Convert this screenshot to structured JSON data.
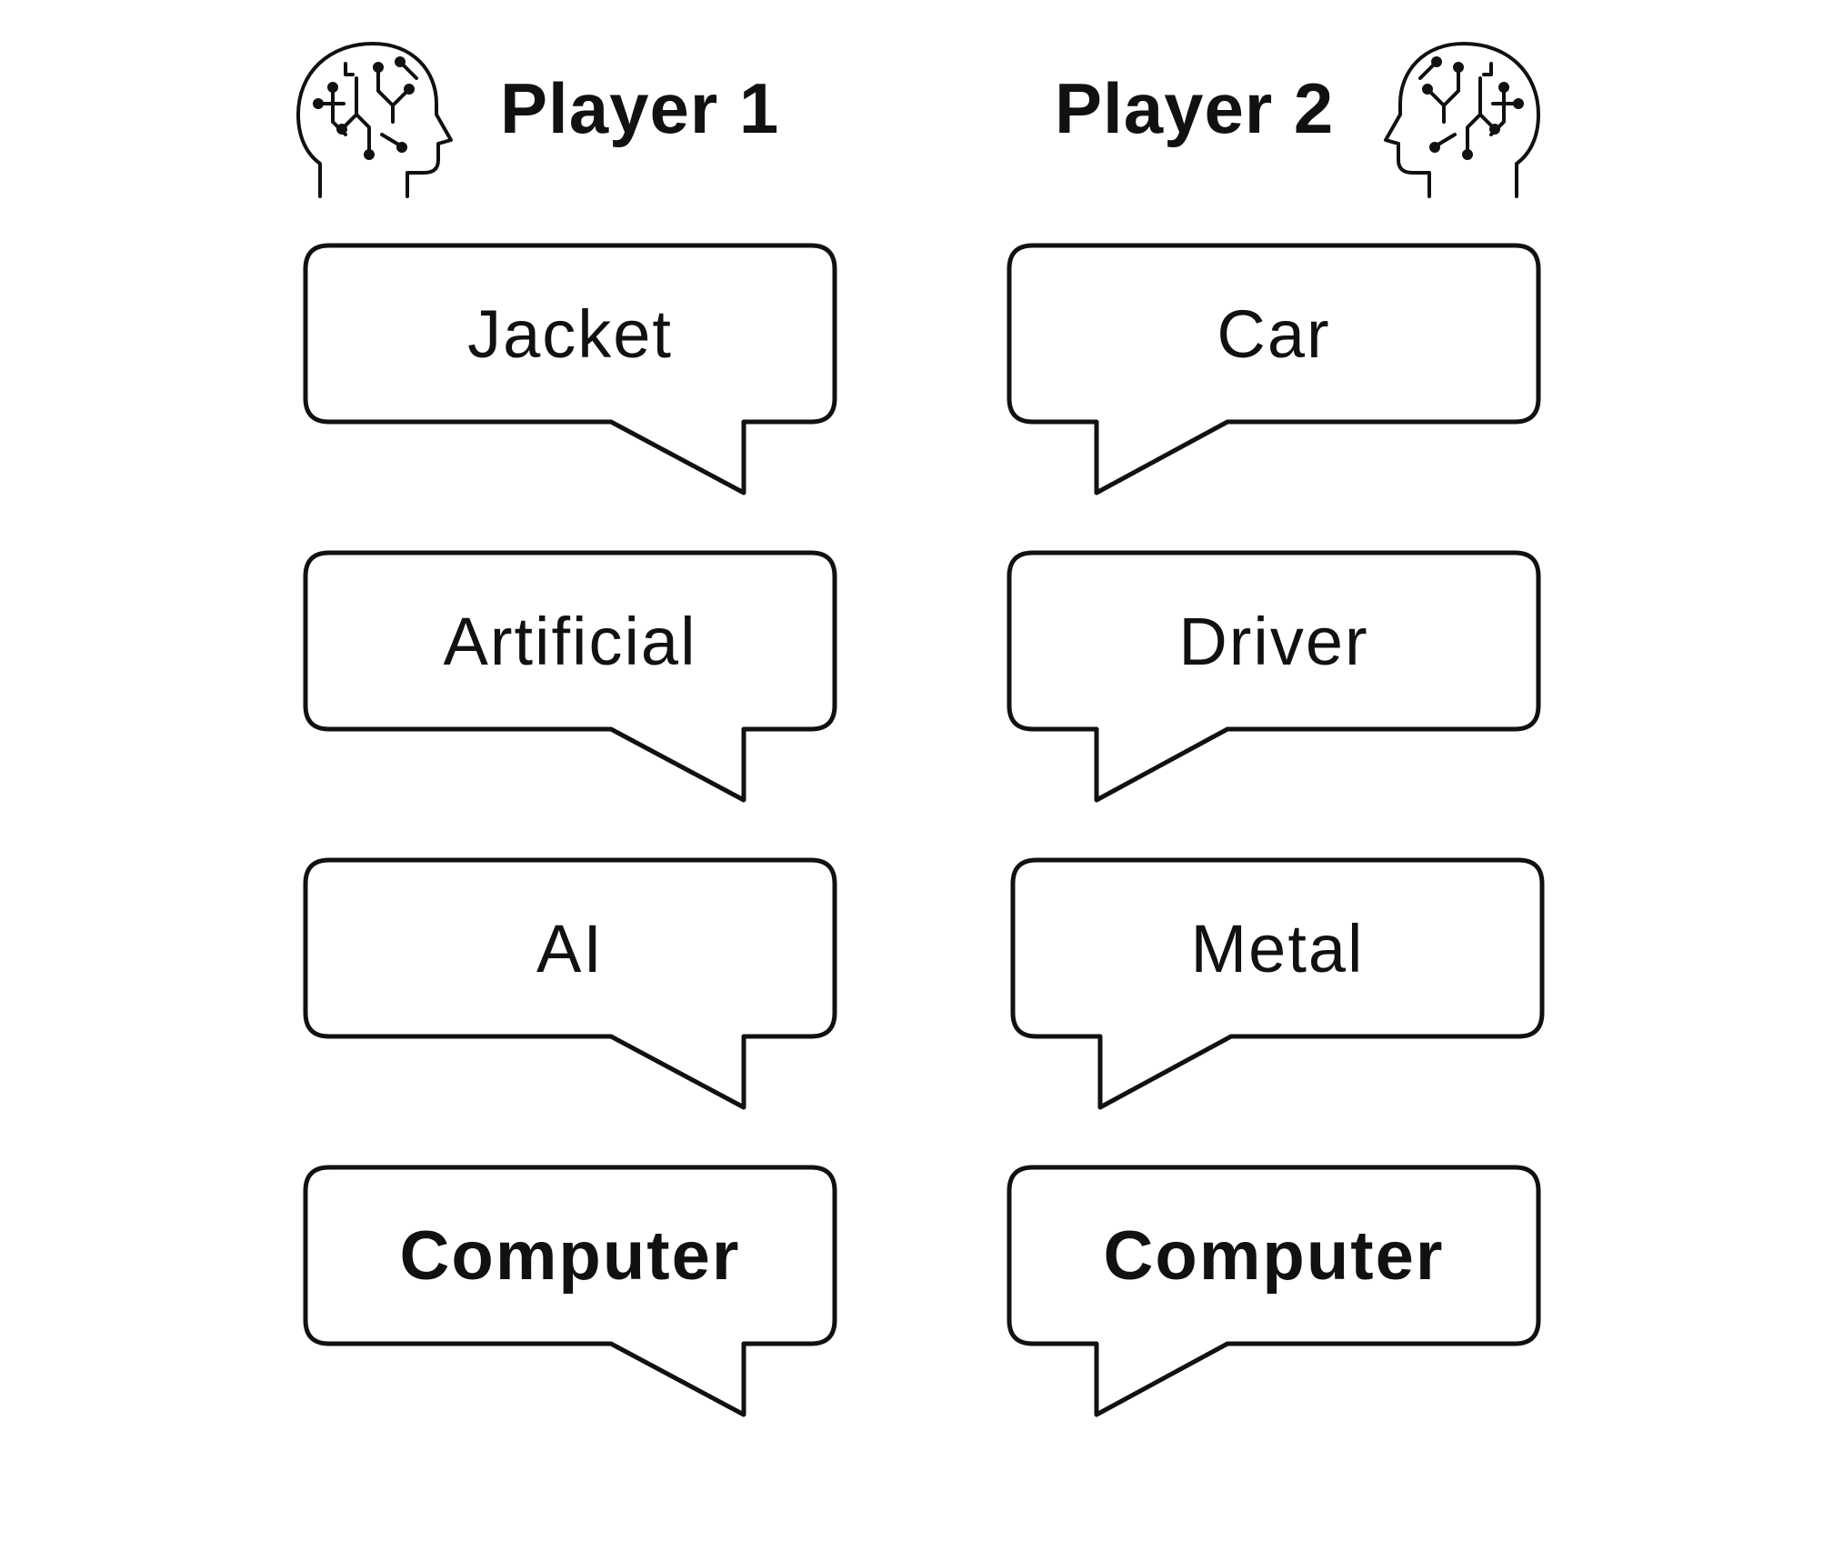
{
  "players": [
    {
      "name": "Player 1",
      "icon": "brain-circuit-head-icon",
      "words": [
        "Jacket",
        "Artificial",
        "AI",
        "Computer"
      ],
      "final_word_bold": true
    },
    {
      "name": "Player 2",
      "icon": "brain-circuit-head-icon",
      "words": [
        "Car",
        "Driver",
        "Metal",
        "Computer"
      ],
      "final_word_bold": true
    }
  ],
  "colors": {
    "stroke": "#111111",
    "background": "#ffffff",
    "bubble_fill": "#ffffff"
  }
}
